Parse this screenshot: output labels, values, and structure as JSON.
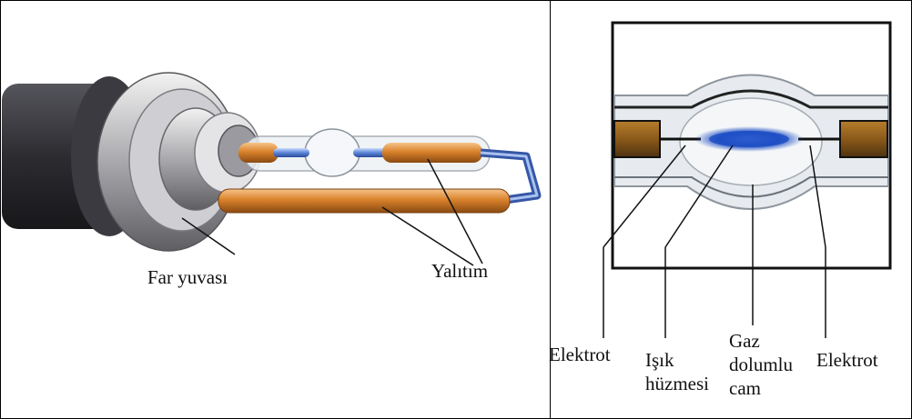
{
  "left_figure": {
    "labels": {
      "socket": "Far yuvası",
      "insulation": "Yalıtım"
    }
  },
  "right_figure": {
    "labels": {
      "electrode_left": "Elektrot",
      "light_beam": "Işık\nhüzmesi",
      "gas_glass": "Gaz\ndolumlu\ncam",
      "electrode_right": "Elektrot"
    }
  },
  "colors": {
    "copper": "#d9822b",
    "beam": "#1f4fc4",
    "socket_dark": "#3a3a40",
    "glass": "#dfe3e8"
  }
}
